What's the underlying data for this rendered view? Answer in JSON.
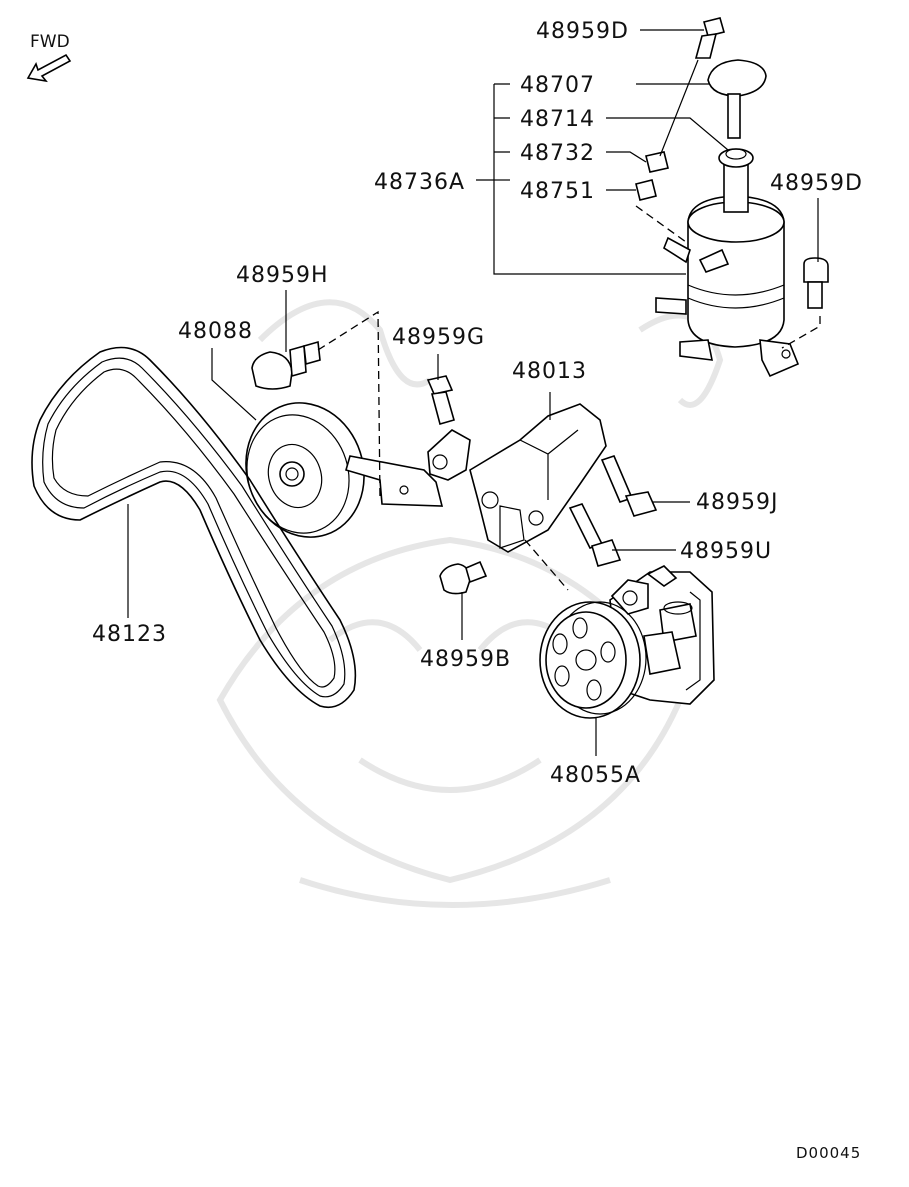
{
  "direction_label": "FWD",
  "diagram_code": "D00045",
  "parts": {
    "bolt_top": "48959D",
    "reservoir_cap": "48707",
    "cap_gasket": "48714",
    "grommet": "48732",
    "reservoir_assy": "48736A",
    "hose_clip": "48751",
    "bolt_right": "48959D",
    "bolt_idler": "48959H",
    "idler_pulley": "48088",
    "bolt_bracket": "48959G",
    "pump_bracket": "48013",
    "bolt_j": "48959J",
    "bolt_u": "48959U",
    "v_belt": "48123",
    "bolt_b": "48959B",
    "oil_pump": "48055A"
  }
}
